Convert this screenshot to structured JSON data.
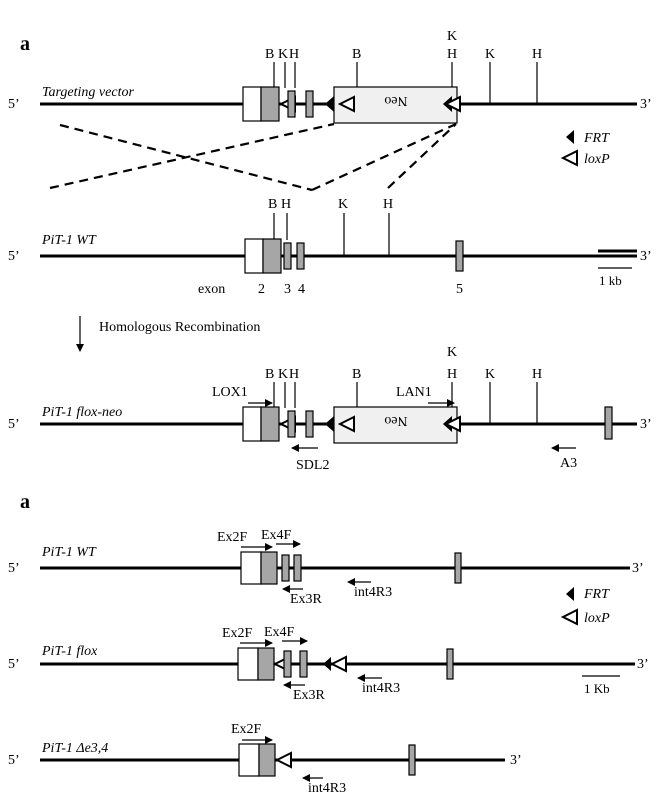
{
  "colors": {
    "exon_gray": "#a6a6a6",
    "neo_box": "#f0f0f0",
    "ink": "#000000"
  },
  "panel_a_top": {
    "panel_label": "a",
    "targeting_vector": {
      "name": "Targeting vector",
      "five": "5’",
      "three": "3’",
      "sites": {
        "B1": "B",
        "K1": "K",
        "H1": "H",
        "B2": "B",
        "K2": "K",
        "H2": "H",
        "K3": "K",
        "H3": "H"
      },
      "neo": "Neo"
    },
    "legend": {
      "frt": "FRT",
      "loxp": "loxP"
    },
    "wt": {
      "name": "PiT-1 WT",
      "five": "5’",
      "three": "3’",
      "sites": {
        "B": "B",
        "H1": "H",
        "K": "K",
        "H2": "H"
      },
      "exon_word": "exon",
      "exon_numbers": [
        "2",
        "3",
        "4",
        "5"
      ],
      "scale": "1 kb"
    },
    "step_label": "Homologous Recombination",
    "flox_neo": {
      "name": "PiT-1 flox-neo",
      "five": "5’",
      "three": "3’",
      "sites": {
        "B1": "B",
        "K1": "K",
        "H1": "H",
        "B2": "B",
        "K2": "K",
        "H2": "H",
        "K3": "K",
        "H3": "H"
      },
      "neo": "Neo",
      "primers": {
        "lox1": "LOX1",
        "lan1": "LAN1",
        "sdl2": "SDL2",
        "a3": "A3"
      }
    }
  },
  "panel_a_bottom": {
    "panel_label": "a",
    "wt": {
      "name": "PiT-1 WT",
      "five": "5’",
      "three": "3’",
      "primers": {
        "ex2f": "Ex2F",
        "ex4f": "Ex4F",
        "ex3r": "Ex3R",
        "int4r3": "int4R3"
      }
    },
    "legend": {
      "frt": "FRT",
      "loxp": "loxP"
    },
    "flox": {
      "name": "PiT-1 flox",
      "five": "5’",
      "three": "3’",
      "primers": {
        "ex2f": "Ex2F",
        "ex4f": "Ex4F",
        "ex3r": "Ex3R",
        "int4r3": "int4R3"
      },
      "scale": "1 Kb"
    },
    "del": {
      "name": "PiT-1 Δe3,4",
      "five": "5’",
      "three": "3’",
      "primers": {
        "ex2f": "Ex2F",
        "int4r3": "int4R3"
      }
    }
  }
}
